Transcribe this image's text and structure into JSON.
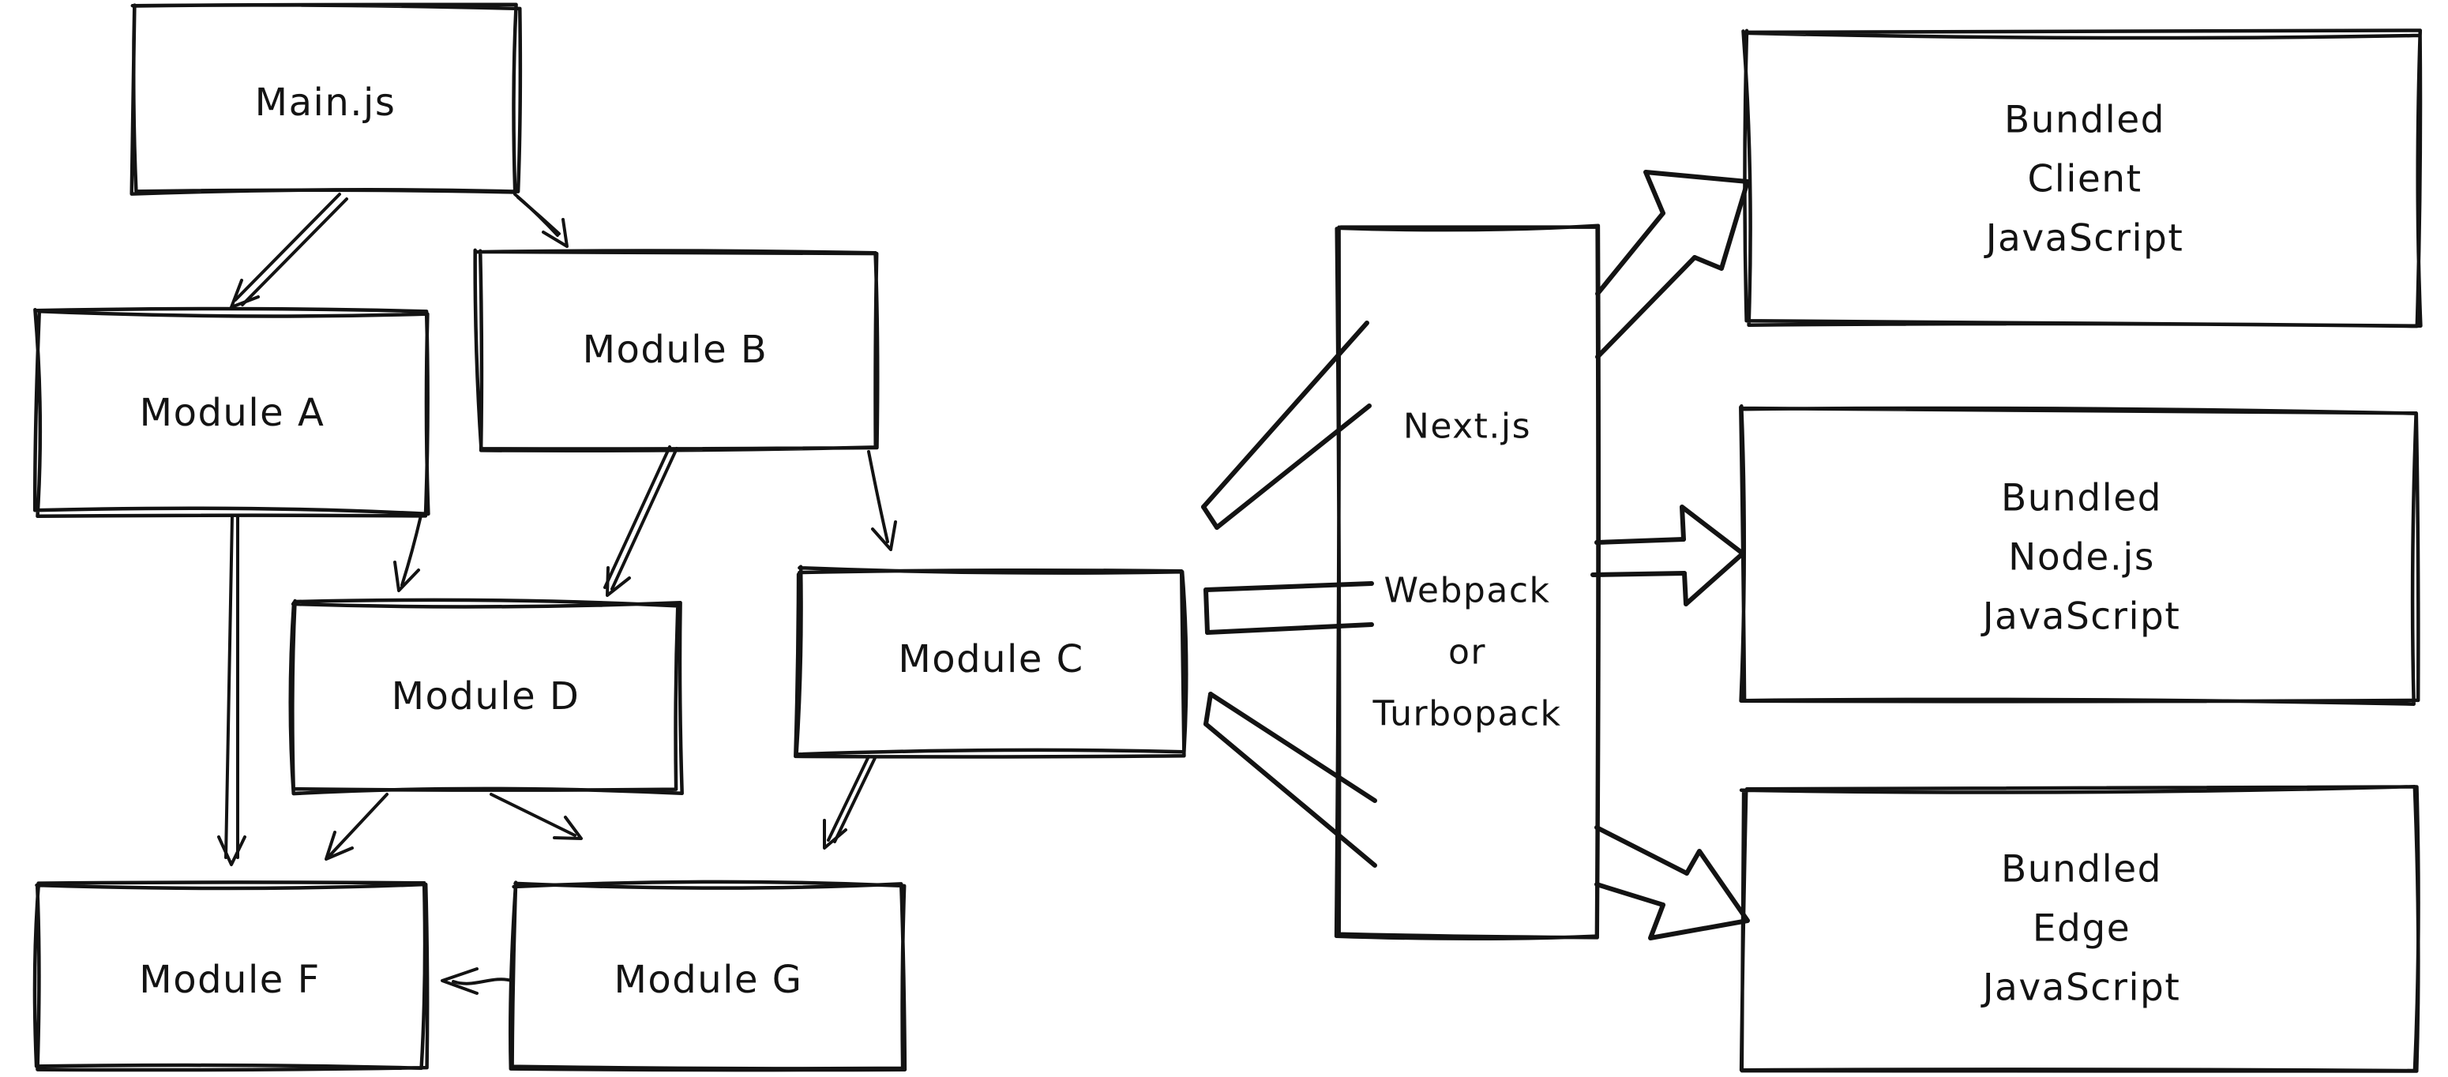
{
  "diagram": {
    "background": "#ffffff",
    "ink": "#131313",
    "nodes": {
      "main_js": {
        "label": "Main.js"
      },
      "module_a": {
        "label": "Module A"
      },
      "module_b": {
        "label": "Module B"
      },
      "module_c": {
        "label": "Module C"
      },
      "module_d": {
        "label": "Module D"
      },
      "module_f": {
        "label": "Module F"
      },
      "module_g": {
        "label": "Module G"
      },
      "bundler": {
        "line1": "Next.js",
        "line2": "Webpack",
        "line3": "or",
        "line4": "Turbopack"
      },
      "out_client": {
        "line1": "Bundled",
        "line2": "Client",
        "line3": "JavaScript"
      },
      "out_node": {
        "line1": "Bundled",
        "line2": "Node.js",
        "line3": "JavaScript"
      },
      "out_edge": {
        "line1": "Bundled",
        "line2": "Edge",
        "line3": "JavaScript"
      }
    },
    "edges": [
      {
        "from": "Main.js",
        "to": "Module A"
      },
      {
        "from": "Main.js",
        "to": "Module B"
      },
      {
        "from": "Module A",
        "to": "Module D"
      },
      {
        "from": "Module A",
        "to": "Module F"
      },
      {
        "from": "Module B",
        "to": "Module D"
      },
      {
        "from": "Module B",
        "to": "Module C"
      },
      {
        "from": "Module D",
        "to": "Module F"
      },
      {
        "from": "Module D",
        "to": "Module G"
      },
      {
        "from": "Module C",
        "to": "Module G"
      },
      {
        "from": "Module G",
        "to": "Module F"
      },
      {
        "from": "module graph",
        "to": "Next.js (Webpack or Turbopack)",
        "style": "thick"
      },
      {
        "from": "module graph",
        "to": "Next.js (Webpack or Turbopack)",
        "style": "thick"
      },
      {
        "from": "module graph",
        "to": "Next.js (Webpack or Turbopack)",
        "style": "thick"
      },
      {
        "from": "Next.js (Webpack or Turbopack)",
        "to": "Bundled Client JavaScript",
        "style": "thick"
      },
      {
        "from": "Next.js (Webpack or Turbopack)",
        "to": "Bundled Node.js JavaScript",
        "style": "thick"
      },
      {
        "from": "Next.js (Webpack or Turbopack)",
        "to": "Bundled Edge JavaScript",
        "style": "thick"
      }
    ]
  }
}
